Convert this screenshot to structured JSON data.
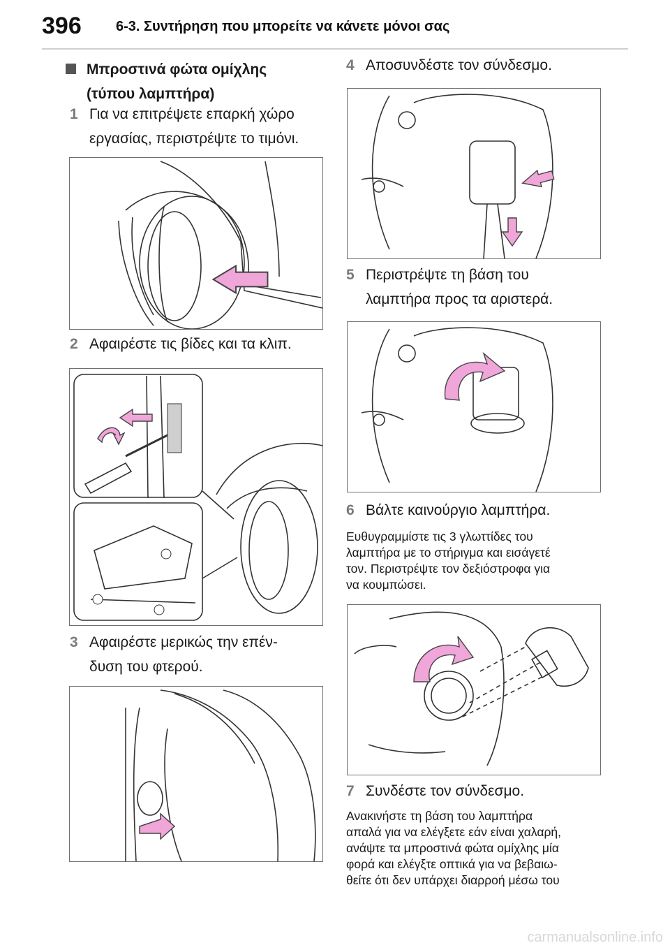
{
  "header": {
    "page_number": "396",
    "chapter": "6-3. Συντήρηση που μπορείτε να κάνετε μόνοι σας"
  },
  "section": {
    "title_line1": "Μπροστινά φώτα ομίχλης",
    "title_line2": "(τύπου λαμπτήρα)"
  },
  "steps": [
    {
      "num": "1",
      "line1": "Για να επιτρέψετε επαρκή χώρο",
      "line2": "εργασίας, περιστρέψτε το τιμόνι."
    },
    {
      "num": "2",
      "line1": "Αφαιρέστε τις βίδες και τα κλιπ."
    },
    {
      "num": "3",
      "line1": "Αφαιρέστε μερικώς την επέν-",
      "line2": "δυση του φτερού."
    },
    {
      "num": "4",
      "line1": "Αποσυνδέστε τον σύνδεσμο."
    },
    {
      "num": "5",
      "line1": "Περιστρέψτε τη βάση του",
      "line2": "λαμπτήρα προς τα αριστερά."
    },
    {
      "num": "6",
      "line1": "Βάλτε καινούργιο λαμπτήρα.",
      "note": [
        "Ευθυγραμμίστε τις 3 γλωττίδες του",
        "λαμπτήρα με το στήριγμα και εισάγετέ",
        "τον. Περιστρέψτε τον δεξιόστροφα για",
        "να κουμπώσει."
      ]
    },
    {
      "num": "7",
      "line1": "Συνδέστε τον σύνδεσμο.",
      "note": [
        "Ανακινήστε τη βάση του λαμπτήρα",
        "απαλά για να ελέγξετε εάν είναι χαλαρή,",
        "ανάψτε τα μπροστινά φώτα ομίχλης μία",
        "φορά και ελέγξτε οπτικά για να βεβαιω-",
        "θείτε ότι δεν υπάρχει διαρροή μέσω του"
      ]
    }
  ],
  "colors": {
    "arrow": "#f0a6d8",
    "arrow_stroke": "#444444",
    "line": "#333333"
  },
  "footer": {
    "watermark": "carmanualsonline.info"
  }
}
